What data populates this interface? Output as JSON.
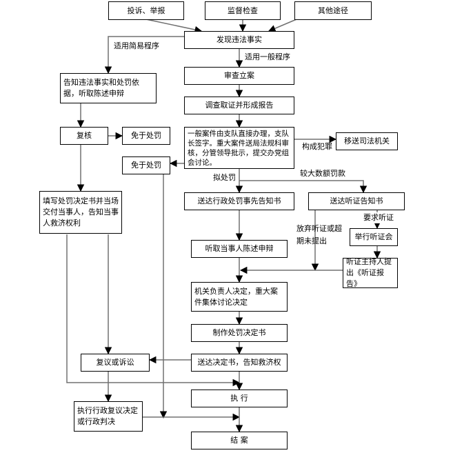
{
  "nodes": {
    "complaint": "投诉、举报",
    "inspection": "监督检查",
    "other": "其他途径",
    "discover": "发现违法事实",
    "file_case": "审查立案",
    "investigate": "调查取证并形成报告",
    "notify_simple": "告知违法事实和处罚依据，听取陈述申辩",
    "review": "复核",
    "exempt_1": "免于处罚",
    "general_case": "一般案件由支队直接办理，支队长签字。重大案件送局法规科审核，分管领导批示，提交办党组会讨论。",
    "transfer_judicial": "移送司法机关",
    "exempt_2": "免于处罚",
    "fill_decision": "填写处罚决定书并当场交付当事人，告知当事人救济权利",
    "prior_notice": "送达行政处罚事先告知书",
    "hearing_notice": "送达听证告知书",
    "hold_hearing": "举行听证会",
    "hearing_report": "听证主持人提出《听证报告》",
    "hear_defense": "听取当事人陈述申辩",
    "decide": "机关负责人决定，重大案件集体讨论决定",
    "make_decision": "制作处罚决定书",
    "deliver_decision": "送达决定书，告知救济权",
    "reconsider_litigate": "复议或诉讼",
    "execute": "执 行",
    "execute_ruling": "执行行政复议决定或行政判决",
    "close": "结 案"
  },
  "edge_labels": {
    "simple_procedure": "适用简易程序",
    "general_procedure": "适用一般程序",
    "crime": "构成犯罪",
    "intend_penalty": "拟处罚",
    "large_fine": "较大数额罚款",
    "request_hearing": "要求听证",
    "waive_hearing": "放弃听证或超期未提出"
  },
  "colors": {
    "line": "#707070",
    "border": "#000000"
  }
}
